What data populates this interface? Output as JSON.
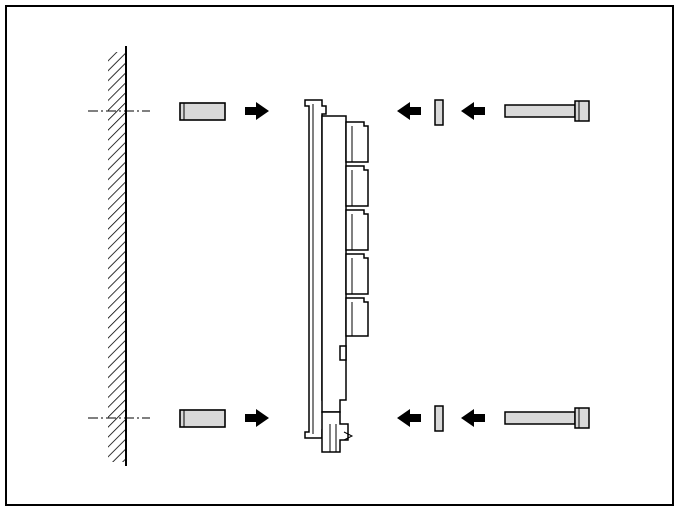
{
  "diagram": {
    "description_free": true,
    "colors": {
      "stroke": "#000000",
      "part_fill": "#d9d9d9",
      "background": "#ffffff",
      "wall_hatch": "#000000"
    },
    "icons": {
      "wall": "hatched-wall",
      "spacer": "cylindrical-spacer",
      "washer": "flat-washer",
      "screw": "socket-head-screw",
      "arrow": "assembly-direction-arrow",
      "module": "terminal-module"
    }
  }
}
